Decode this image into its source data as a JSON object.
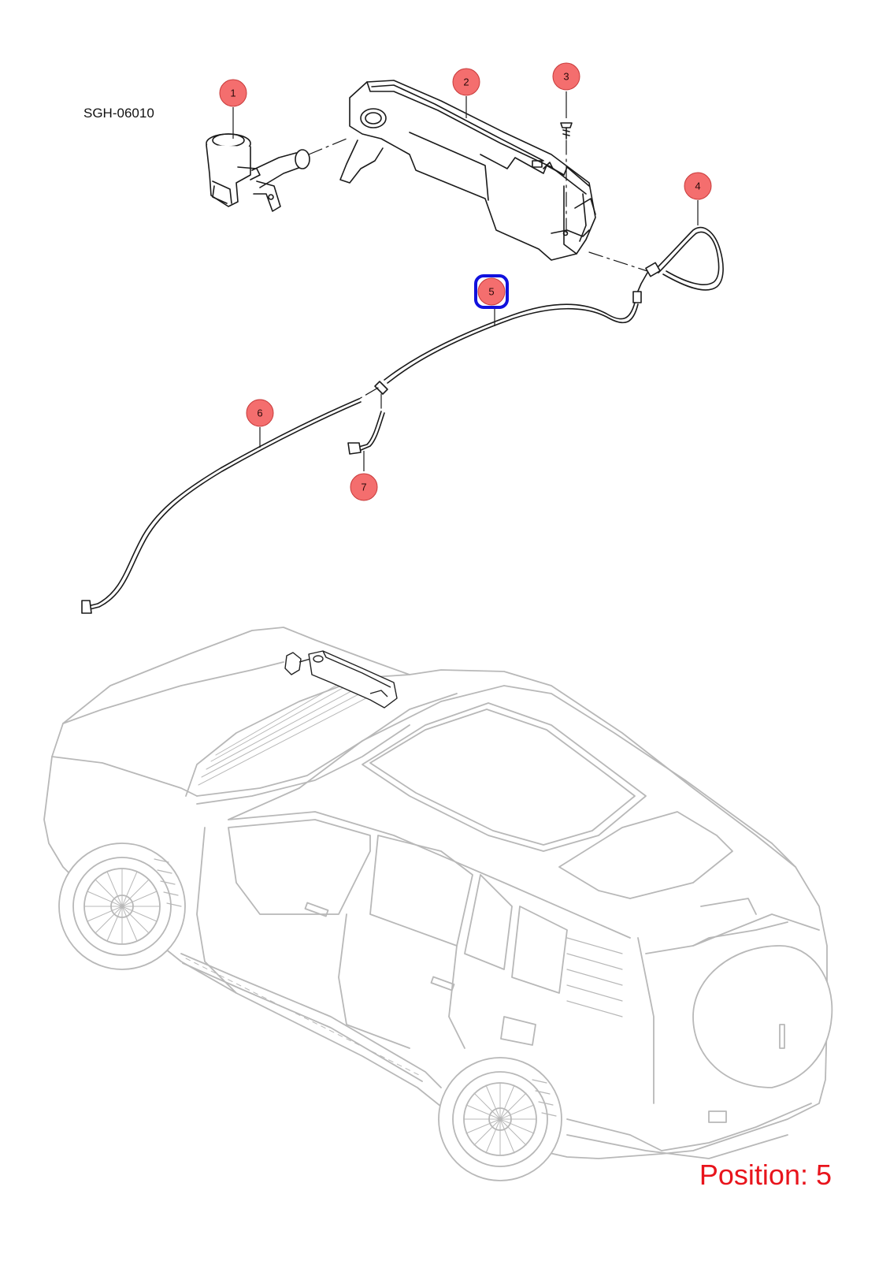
{
  "diagram": {
    "code": "SGH-06010",
    "position_label": "Position: 5",
    "selected_callout": "5",
    "callouts": [
      {
        "id": "1",
        "label": "1"
      },
      {
        "id": "2",
        "label": "2"
      },
      {
        "id": "3",
        "label": "3"
      },
      {
        "id": "4",
        "label": "4"
      },
      {
        "id": "5",
        "label": "5"
      },
      {
        "id": "6",
        "label": "6"
      },
      {
        "id": "7",
        "label": "7"
      }
    ]
  },
  "colors": {
    "callout_fill": "#f46e6e",
    "callout_stroke": "#c73a3a",
    "selection_outline": "#1111dd",
    "position_text": "#e8141c",
    "part_line": "#1a1a1a",
    "vehicle_line": "#b8b8b8"
  }
}
